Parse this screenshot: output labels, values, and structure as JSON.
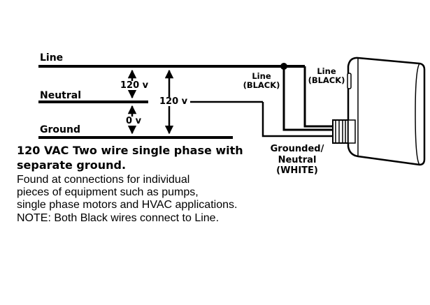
{
  "wires": {
    "line": "Line",
    "neutral": "Neutral",
    "ground": "Ground"
  },
  "voltages": {
    "line_neutral": "120 v",
    "line_ground": "120 v",
    "neutral_ground": "0 v"
  },
  "callouts": {
    "line_black_left": [
      "Line",
      "(BLACK)"
    ],
    "line_black_right": [
      "Line",
      "(BLACK)"
    ],
    "grounded_neutral": [
      "Grounded/",
      "Neutral",
      "(WHITE)"
    ]
  },
  "description": {
    "title_lines": [
      "120 VAC Two wire single phase with",
      "separate ground."
    ],
    "body_lines": [
      "Found at connections for individual",
      "pieces of equipment such as pumps,",
      "single phase motors and HVAC applications.",
      "NOTE: Both Black wires connect to Line."
    ]
  }
}
